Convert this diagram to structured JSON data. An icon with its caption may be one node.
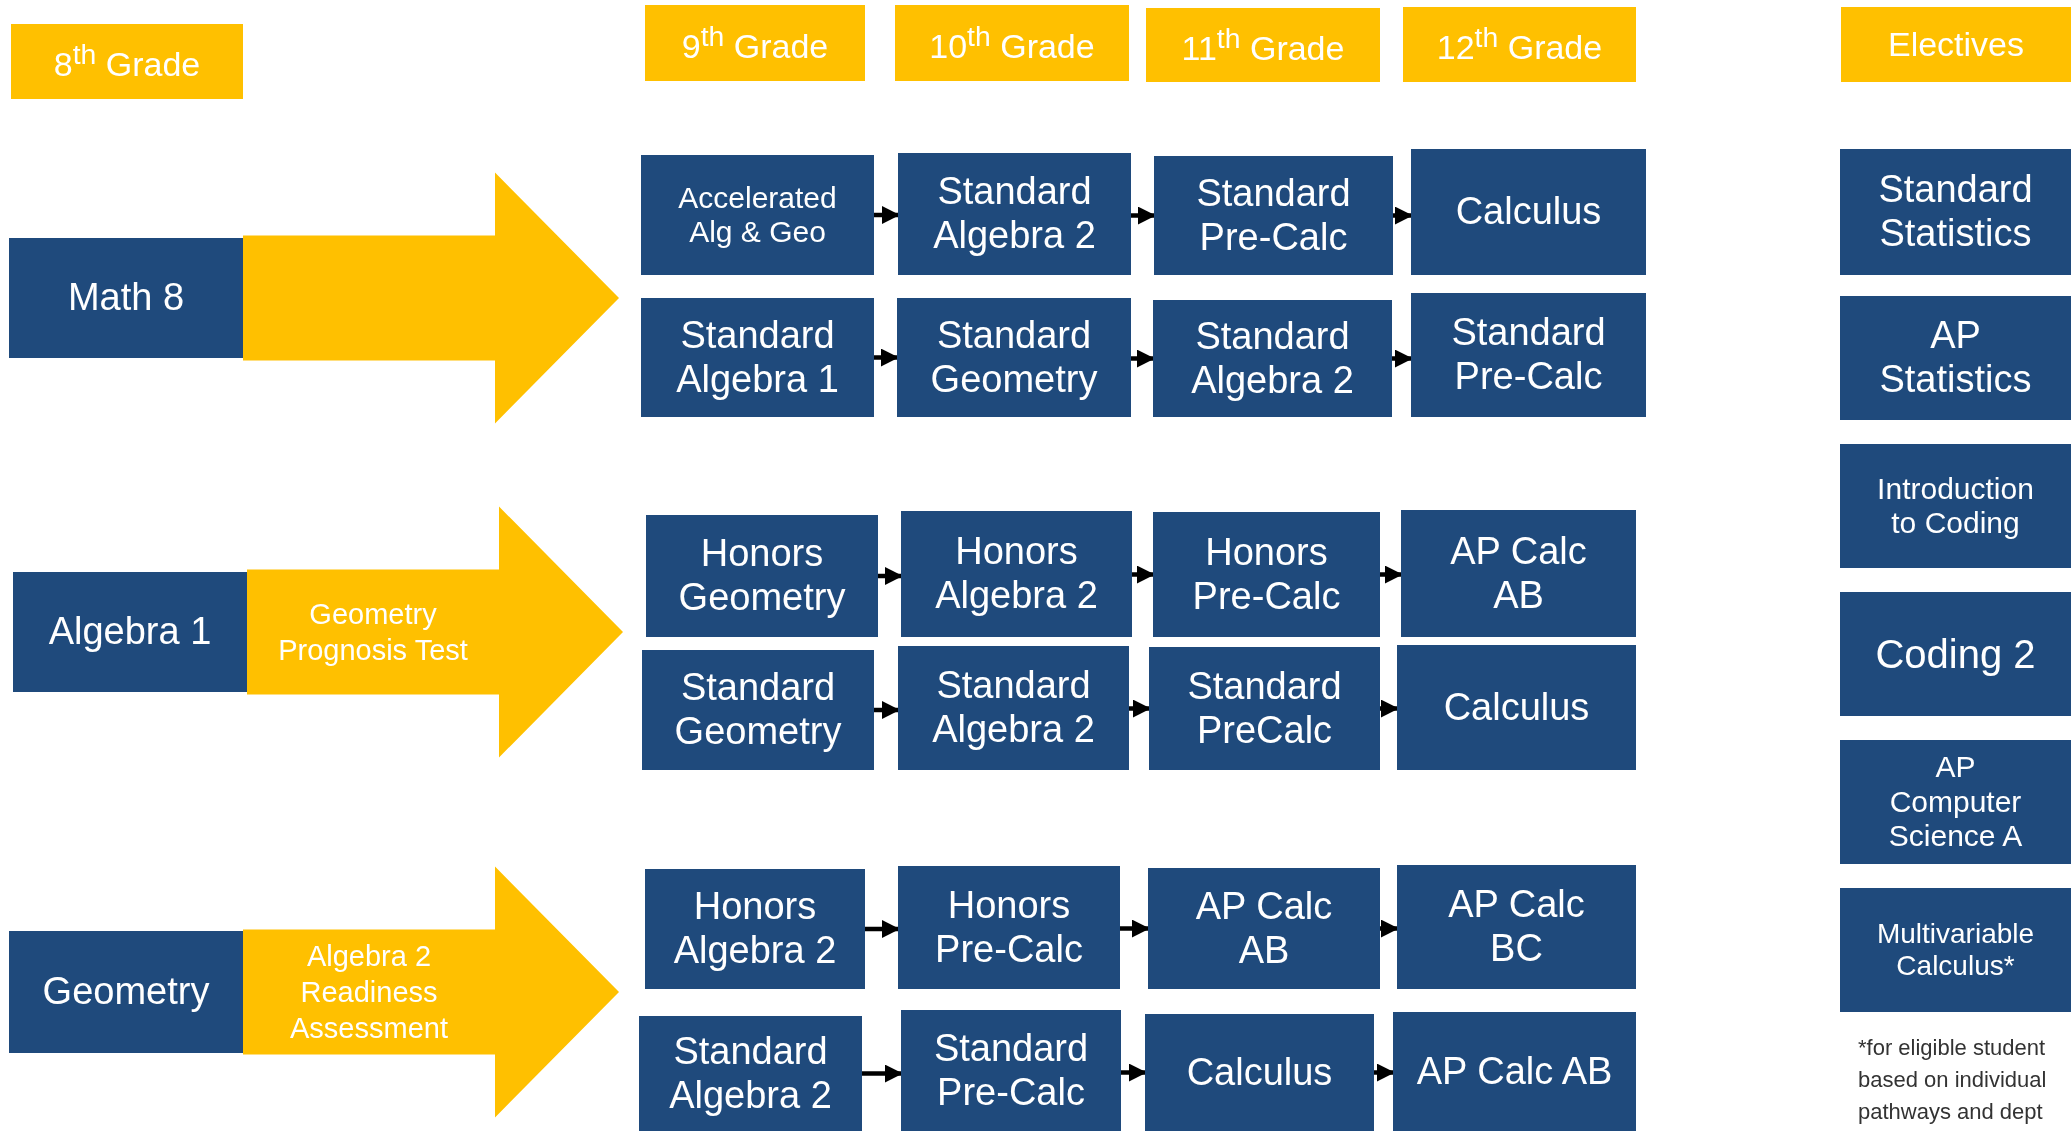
{
  "diagram": {
    "nodes": [
      {
        "text": [
          "8$^{th}$ Grade"
        ]
      },
      {
        "text": [
          "9$^{th}$ Grade"
        ]
      },
      {
        "text": [
          "10$^{th}$ Grade"
        ]
      },
      {
        "text": [
          "11$^{th}$ Grade"
        ]
      },
      {
        "text": [
          "12$^{th}$ Grade"
        ]
      },
      {
        "text": [
          "Electives"
        ]
      },
      {
        "text": [
          "Math 8"
        ]
      },
      {
        "text": [
          "Accelerated Alg & Geo"
        ]
      },
      {
        "text": [
          "Standard Algebra 2"
        ]
      },
      {
        "text": [
          "Standard Pre-Calc"
        ]
      },
      {
        "text": [
          "Calculus"
        ]
      },
      {
        "text": [
          "Standard Algebra 1"
        ]
      },
      {
        "text": [
          "Standard Geometry"
        ]
      },
      {
        "text": [
          "Standard Algebra 2"
        ]
      },
      {
        "text": [
          "Standard Pre-Calc"
        ]
      },
      {
        "text": [
          "Algebra 1"
        ]
      },
      {
        "text": [
          "Honors Geometry"
        ]
      },
      {
        "text": [
          "Honors Algebra  2"
        ]
      },
      {
        "text": [
          "Honors Pre-Calc"
        ]
      },
      {
        "text": [
          "AP Calc AB"
        ]
      },
      {
        "text": [
          "Standard Geometry"
        ]
      },
      {
        "text": [
          "Standard Algebra 2"
        ]
      },
      {
        "text": [
          "Standard PreCalc"
        ]
      },
      {
        "text": [
          "Calculus"
        ]
      },
      {
        "text": [
          "Geometry"
        ]
      },
      {
        "text": [
          "Honors Algebra 2"
        ]
      },
      {
        "text": [
          "Honors Pre-Calc"
        ]
      },
      {
        "text": [
          "AP Calc AB"
        ]
      },
      {
        "text": [
          "AP Calc BC"
        ]
      },
      {
        "text": [
          "Standard Algebra 2"
        ]
      },
      {
        "text": [
          "Standard Pre-Calc"
        ]
      },
      {
        "text": [
          "Calculus"
        ]
      },
      {
        "text": [
          "AP Calc AB"
        ]
      },
      {
        "text": [
          "Standard Statistics"
        ]
      },
      {
        "text": [
          "AP Statistics"
        ]
      },
      {
        "text": [
          "Introduction to Coding"
        ]
      },
      {
        "text": [
          "Coding 2"
        ]
      },
      {
        "text": [
          "AP Computer Science A"
        ]
      },
      {
        "text": [
          "Multivariable Calculus*"
        ]
      }
    ],
    "edges": [
      {
        "from": 7,
        "to": 8,
        "arrow": "to"
      },
      {
        "from": 8,
        "to": 9,
        "arrow": "to"
      },
      {
        "from": 9,
        "to": 10,
        "arrow": "to"
      },
      {
        "from": 11,
        "to": 12,
        "arrow": "to"
      },
      {
        "from": 12,
        "to": 13,
        "arrow": "to"
      },
      {
        "from": 13,
        "to": 14,
        "arrow": "to"
      },
      {
        "from": 16,
        "to": 17,
        "arrow": "to"
      },
      {
        "from": 17,
        "to": 18,
        "arrow": "to"
      },
      {
        "from": 18,
        "to": 19,
        "arrow": "to"
      },
      {
        "from": 20,
        "to": 21,
        "arrow": "to"
      },
      {
        "from": 21,
        "to": 22,
        "arrow": "to"
      },
      {
        "from": 22,
        "to": 23,
        "arrow": "to"
      },
      {
        "from": 25,
        "to": 26,
        "arrow": "to"
      },
      {
        "from": 26,
        "to": 27,
        "arrow": "to"
      },
      {
        "from": 27,
        "to": 28,
        "arrow": "to"
      },
      {
        "from": 29,
        "to": 30,
        "arrow": "to"
      },
      {
        "from": 30,
        "to": 31,
        "arrow": "to"
      },
      {
        "from": 31,
        "to": 32,
        "arrow": "to"
      },
      {
        "from": 6,
        "to": null,
        "arrow": "to",
        "style": "thick",
        "color": "#ffc000"
      },
      {
        "from": 15,
        "to": null,
        "arrow": "to",
        "label": "Geometry Prognosis Test",
        "style": "thick",
        "color": "#ffc000"
      },
      {
        "from": 24,
        "to": null,
        "arrow": "to",
        "label": "Algebra 2 Readiness Assessment",
        "style": "thick",
        "color": "#ffc000"
      }
    ],
    "labels": [
      "*for eligible student based on individual pathways and dept"
    ]
  }
}
